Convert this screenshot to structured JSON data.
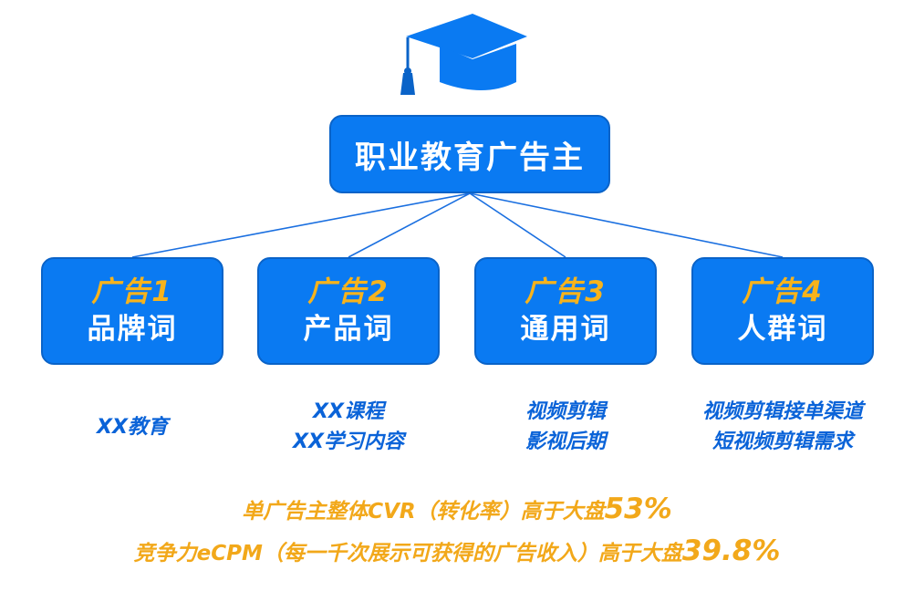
{
  "root": {
    "label": "职业教育广告主"
  },
  "ads": [
    {
      "num": "广告1",
      "type": "品牌词",
      "keywords": [
        "XX教育"
      ]
    },
    {
      "num": "广告2",
      "type": "产品词",
      "keywords": [
        "XX课程",
        "XX学习内容"
      ]
    },
    {
      "num": "广告3",
      "type": "通用词",
      "keywords": [
        "视频剪辑",
        "影视后期"
      ]
    },
    {
      "num": "广告4",
      "type": "人群词",
      "keywords": [
        "视频剪辑接单渠道",
        "短视频剪辑需求"
      ]
    }
  ],
  "stats": [
    {
      "text": "单广告主整体CVR（转化率）高于大盘",
      "value": "53%"
    },
    {
      "text": "竞争力eCPM（每一千次展示可获得的广告收入）高于大盘",
      "value": "39.8%"
    }
  ],
  "colors": {
    "box_fill": "#0a7af2",
    "box_border": "#0a63c8",
    "accent_orange": "#f7b31c",
    "keyword_blue": "#0a63d8",
    "stat_orange": "#f2a81a"
  },
  "icons": {
    "header": "graduation-cap-icon"
  }
}
